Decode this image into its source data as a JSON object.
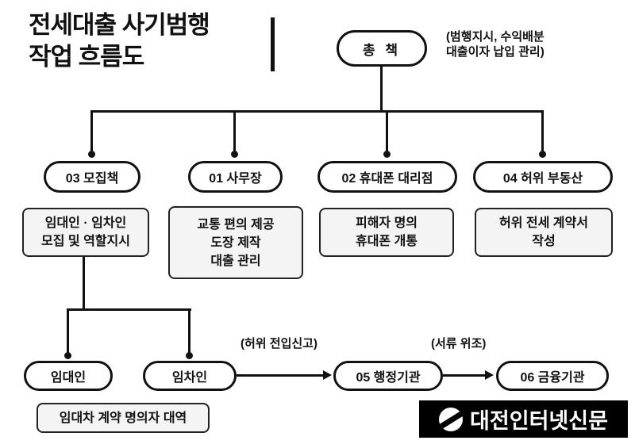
{
  "title": {
    "line1": "전세대출 사기범행",
    "line2": "작업 흐름도"
  },
  "boss": {
    "label": "총 책",
    "note": {
      "line1": "(범행지시, 수익배분",
      "line2": "대출이자 납입 관리)"
    }
  },
  "nodes": {
    "recruiter": {
      "label": "03 모집책",
      "box": {
        "line1": "임대인 · 임차인",
        "line2": "모집 및 역할지시"
      }
    },
    "office": {
      "label": "01 사무장",
      "box": {
        "line1": "교통 편의 제공",
        "line2": "도장 제작",
        "line3": "대출 관리"
      }
    },
    "phone": {
      "label": "02 휴대폰 대리점",
      "box": {
        "line1": "피해자 명의",
        "line2": "휴대폰 개통"
      }
    },
    "realty": {
      "label": "04 허위 부동산",
      "box": {
        "line1": "허위 전세 계약서",
        "line2": "작성"
      }
    },
    "landlord": {
      "label": "임대인"
    },
    "tenant": {
      "label": "임차인"
    },
    "gov": {
      "label": "05 행정기관"
    },
    "finance": {
      "label": "06 금융기관"
    }
  },
  "annotations": {
    "false_move_in": "(허위 전입신고)",
    "forged_docs": "(서류 위조)"
  },
  "proxy_box": {
    "label": "임대차 계약 명의자 대역"
  },
  "logo": {
    "text": "대전인터넷신문"
  },
  "colors": {
    "line": "#111111",
    "box_fill": "#f4f4f4",
    "logo_bg": "#000000",
    "background": "#ffffff"
  }
}
